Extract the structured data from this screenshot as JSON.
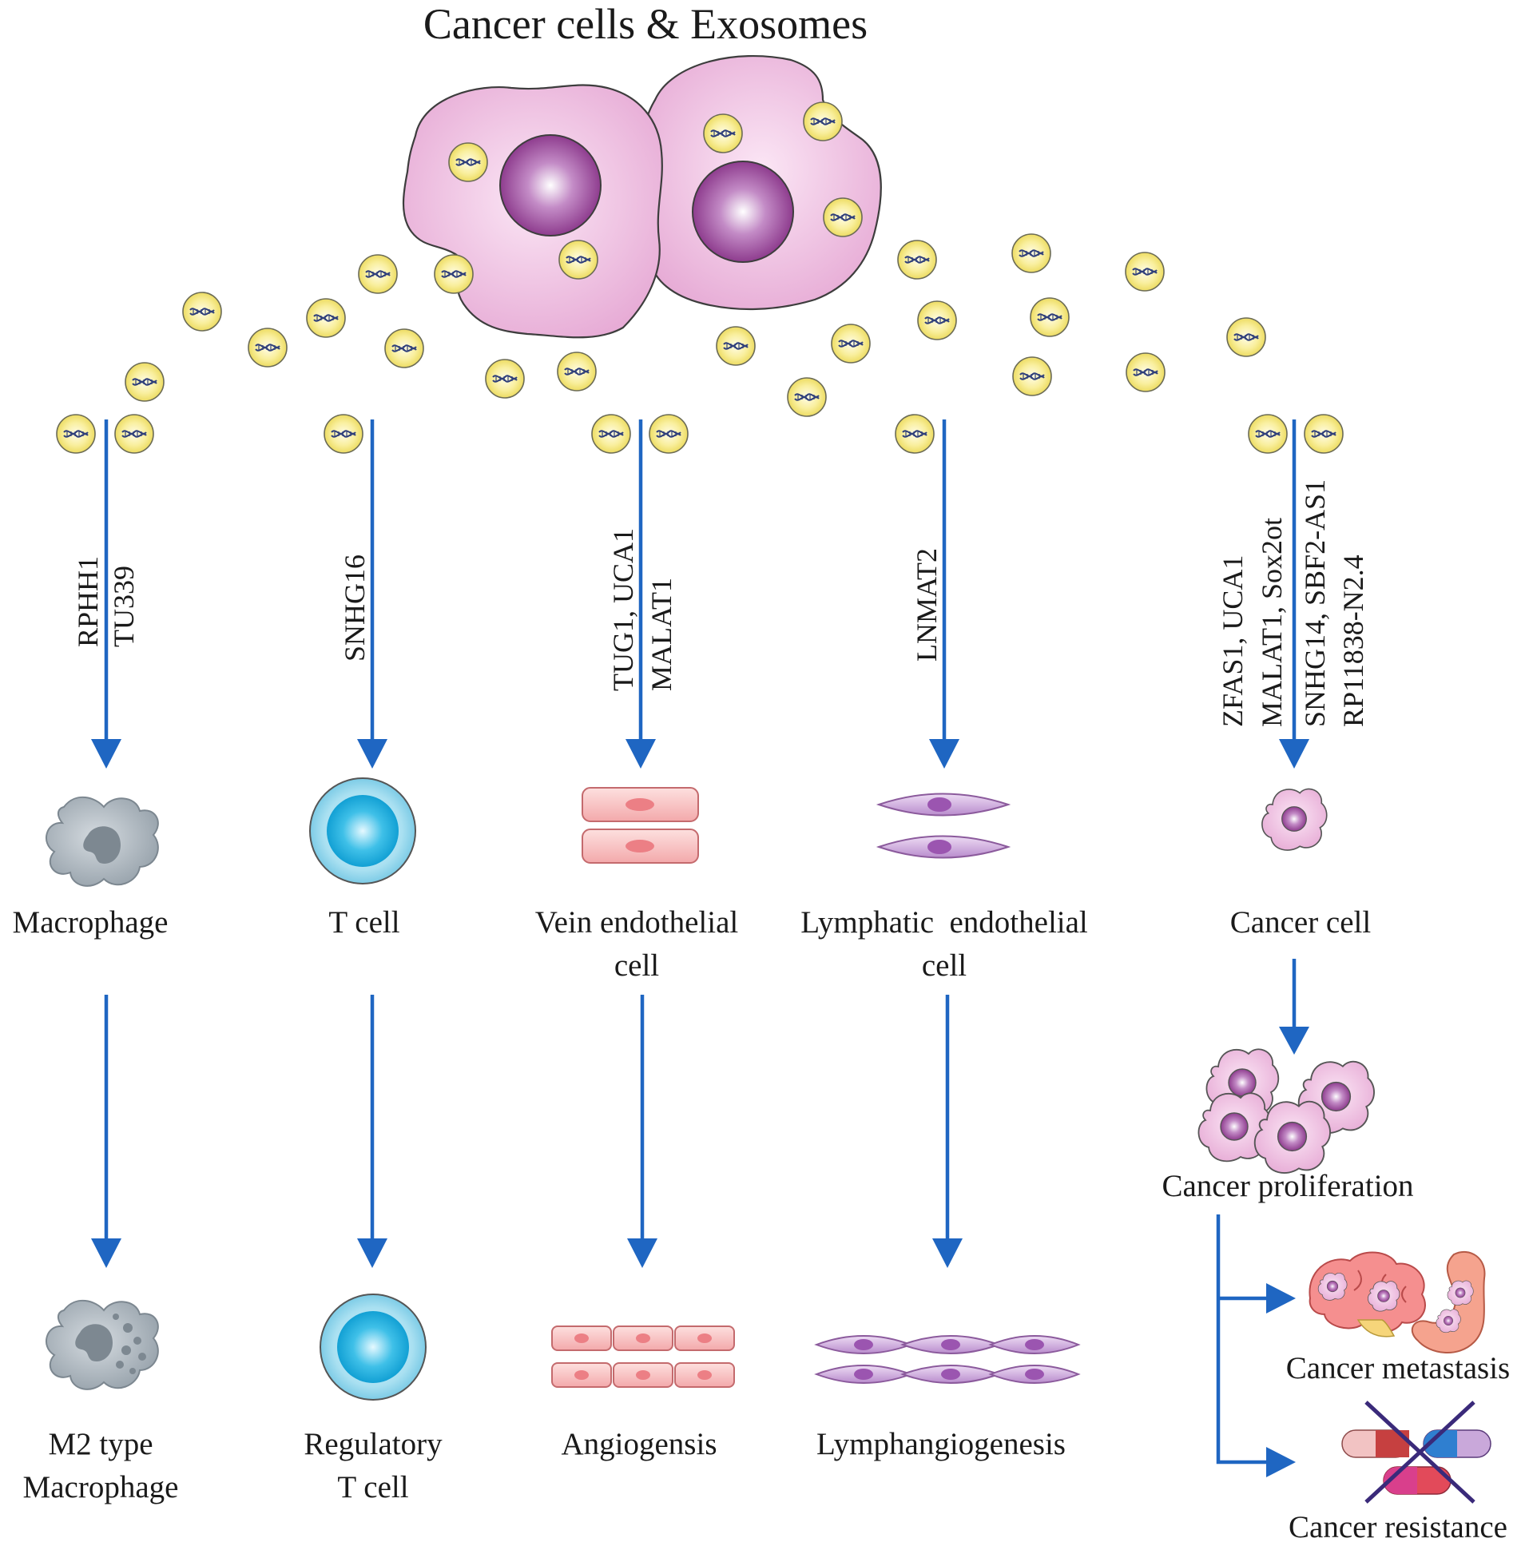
{
  "title": "Cancer cells & Exosomes",
  "colors": {
    "arrow": "#1f66c2",
    "cancer_cell": "#eab7dc",
    "nucleus": "#8e3c8e",
    "exosome": "#f6e98a",
    "macrophage": "#a9b3bb",
    "t_cell": "#21a7d8",
    "vein_cell": "#f4a6a8",
    "lymph_cell": "#b78ac9"
  },
  "branches": [
    {
      "id": "macrophage",
      "lncrnas": [
        "RPHH1",
        "TU339"
      ],
      "cell_label": [
        "Macrophage"
      ],
      "outcome_label": [
        "M2 type",
        "Macrophage"
      ]
    },
    {
      "id": "tcell",
      "lncrnas": [
        "SNHG16"
      ],
      "cell_label": [
        "T cell"
      ],
      "outcome_label": [
        "Regulatory",
        "T cell"
      ]
    },
    {
      "id": "vein",
      "lncrnas": [
        "TUG1, UCA1",
        "MALAT1"
      ],
      "cell_label": [
        "Vein endothelial",
        "cell"
      ],
      "outcome_label": [
        "Angiogensis"
      ]
    },
    {
      "id": "lymph",
      "lncrnas": [
        "LNMAT2"
      ],
      "cell_label": [
        "Lymphatic  endothelial",
        "cell"
      ],
      "outcome_label": [
        "Lymphangiogenesis"
      ]
    },
    {
      "id": "cancer",
      "lncrnas": [
        "ZFAS1, UCA1",
        "MALAT1, Sox2ot",
        "SNHG14, SBF2-AS1",
        "RP11838-N2.4"
      ],
      "cell_label": [
        "Cancer cell"
      ],
      "proliferation_label": "Cancer proliferation",
      "metastasis_label": "Cancer metastasis",
      "resistance_label": "Cancer resistance"
    }
  ]
}
